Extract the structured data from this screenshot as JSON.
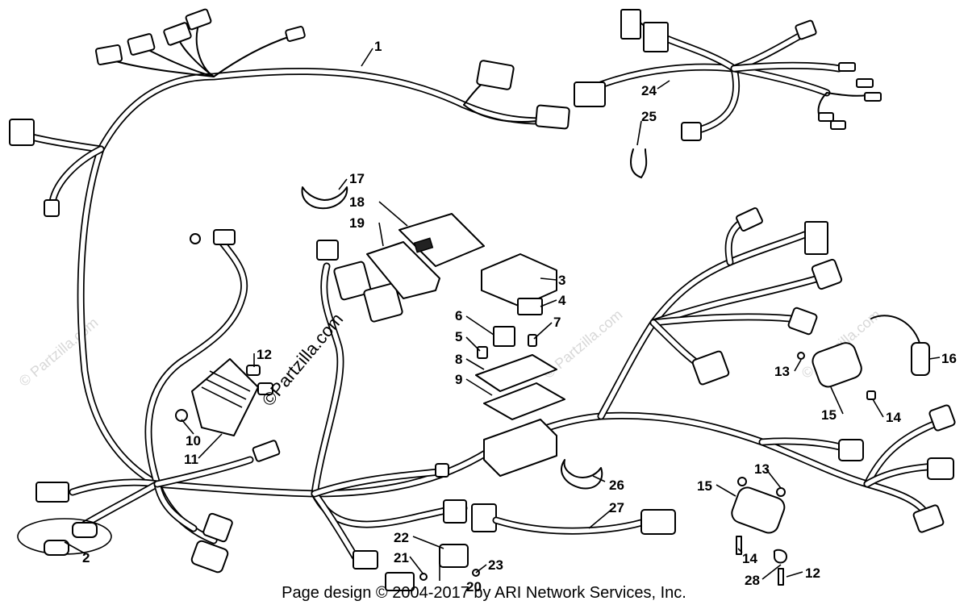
{
  "diagram": {
    "callouts": [
      {
        "id": "c1",
        "label": "1"
      },
      {
        "id": "c2",
        "label": "2"
      },
      {
        "id": "c3",
        "label": "3"
      },
      {
        "id": "c4",
        "label": "4"
      },
      {
        "id": "c5",
        "label": "5"
      },
      {
        "id": "c6",
        "label": "6"
      },
      {
        "id": "c7",
        "label": "7"
      },
      {
        "id": "c8",
        "label": "8"
      },
      {
        "id": "c9",
        "label": "9"
      },
      {
        "id": "c10",
        "label": "10"
      },
      {
        "id": "c11",
        "label": "11"
      },
      {
        "id": "c12a",
        "label": "12"
      },
      {
        "id": "c12b",
        "label": "12"
      },
      {
        "id": "c13a",
        "label": "13"
      },
      {
        "id": "c13b",
        "label": "13"
      },
      {
        "id": "c14a",
        "label": "14"
      },
      {
        "id": "c14b",
        "label": "14"
      },
      {
        "id": "c15a",
        "label": "15"
      },
      {
        "id": "c15b",
        "label": "15"
      },
      {
        "id": "c16",
        "label": "16"
      },
      {
        "id": "c17",
        "label": "17"
      },
      {
        "id": "c18",
        "label": "18"
      },
      {
        "id": "c19",
        "label": "19"
      },
      {
        "id": "c20",
        "label": "20"
      },
      {
        "id": "c21",
        "label": "21"
      },
      {
        "id": "c22",
        "label": "22"
      },
      {
        "id": "c23",
        "label": "23"
      },
      {
        "id": "c24",
        "label": "24"
      },
      {
        "id": "c25",
        "label": "25"
      },
      {
        "id": "c26",
        "label": "26"
      },
      {
        "id": "c27",
        "label": "27"
      },
      {
        "id": "c28",
        "label": "28"
      }
    ],
    "watermark": "©Partzilla.com",
    "faint_watermark": "© Partzilla.com",
    "footer": "Page design © 2004-2017 by ARI Network Services, Inc."
  }
}
